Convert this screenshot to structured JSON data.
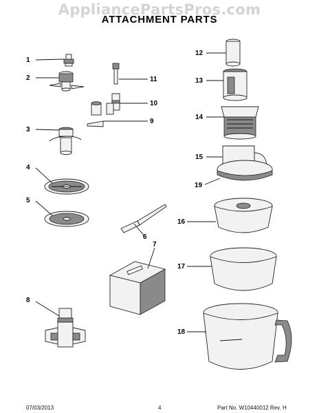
{
  "watermark": "AppliancePartsPros.com",
  "title": "ATTACHMENT PARTS",
  "callouts": [
    "1",
    "2",
    "3",
    "4",
    "5",
    "6",
    "7",
    "8",
    "9",
    "10",
    "11",
    "12",
    "13",
    "14",
    "15",
    "16",
    "17",
    "18",
    "19"
  ],
  "footer": {
    "date": "07/03/2013",
    "page": "4",
    "part_no": "Part No. W10440012 Rev. H"
  }
}
